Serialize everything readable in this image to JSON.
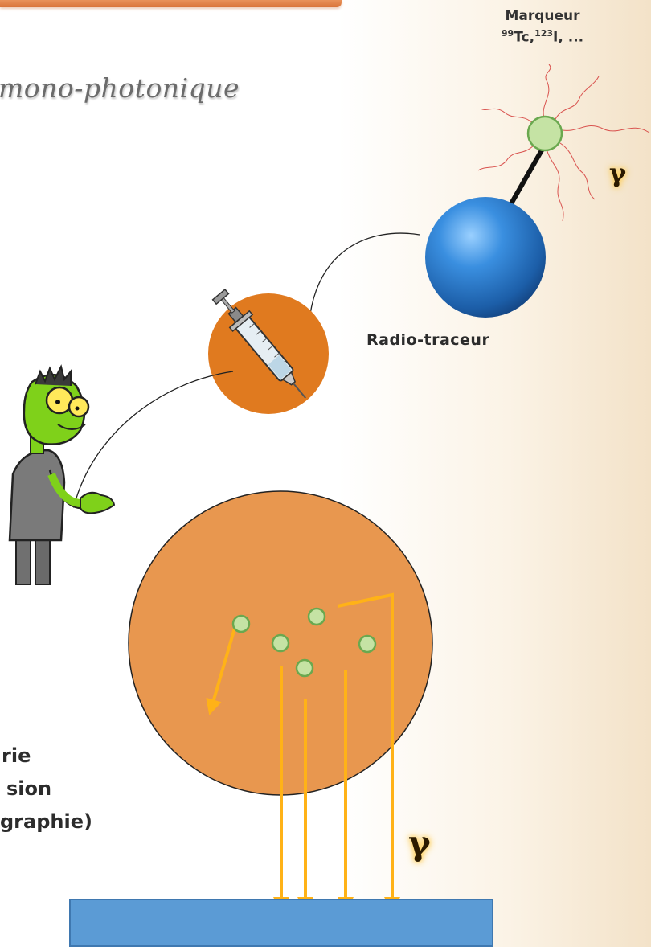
{
  "title": "mono-photonique",
  "marker": {
    "label_line1": "Marqueur",
    "isotope1_mass": "99",
    "isotope1_symbol": "Tc,",
    "isotope2_mass": "123",
    "isotope2_symbol": "I, ..."
  },
  "gamma_symbol": "γ",
  "tracer_label": "Radio-traceur",
  "left_text": [
    "rie",
    "sion",
    "graphie)"
  ],
  "colors": {
    "accent_orange": "#e07a2b",
    "body_orange": "#e8974f",
    "tracer_blue": "#2f77c8",
    "marker_green": "#c5e3a4",
    "gamma_arrow": "#ffb217",
    "detector_blue": "#5b9bd5"
  },
  "icons": [
    "syringe-icon",
    "cartoon-character-icon"
  ]
}
